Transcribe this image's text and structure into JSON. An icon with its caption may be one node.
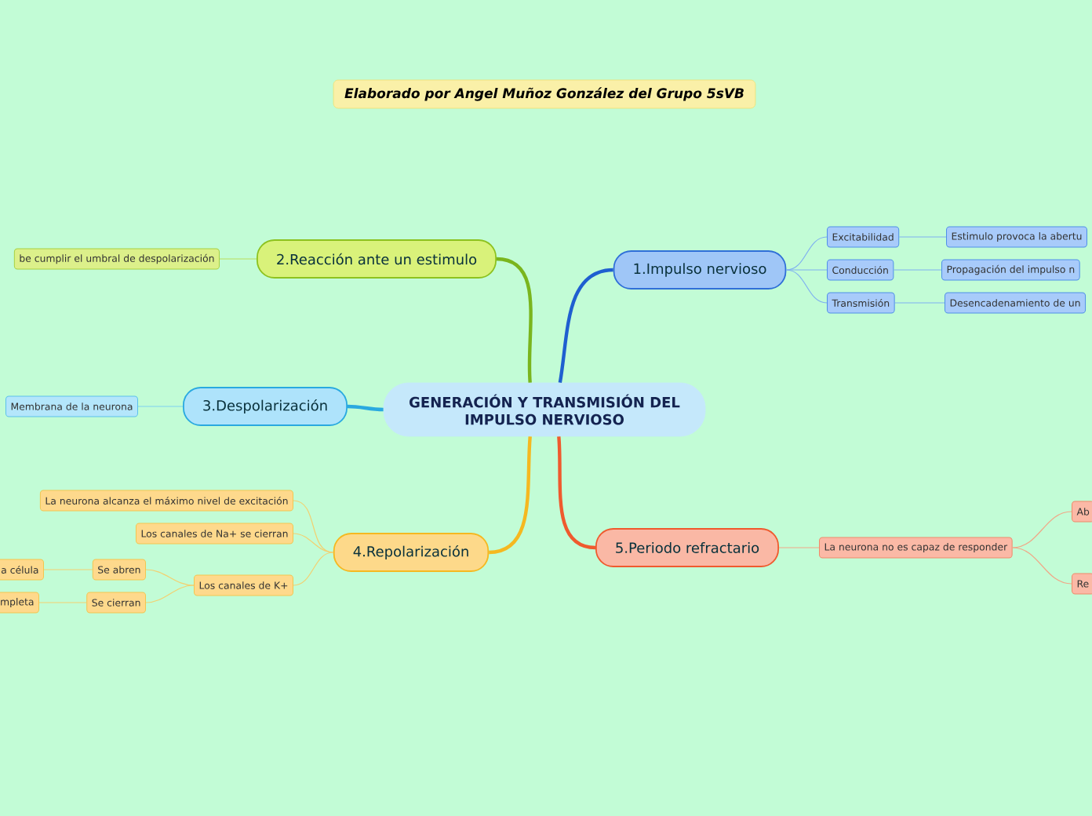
{
  "diagram": {
    "nodes": [
      {
        "text": [
          "Elaborado por Angel Muñoz González del Grupo 5sVB"
        ]
      },
      {
        "text": [
          "GENERACIÓN Y TRANSMISIÓN DEL IMPULSO NERVIOSO"
        ]
      },
      {
        "text": [
          "1.Impulso nervioso"
        ]
      },
      {
        "text": [
          "Excitabilidad"
        ]
      },
      {
        "text": [
          "Conducción"
        ]
      },
      {
        "text": [
          "Transmisión"
        ]
      },
      {
        "text": [
          "Estimulo provoca la abertu"
        ]
      },
      {
        "text": [
          "Propagación del impulso n"
        ]
      },
      {
        "text": [
          "Desencadenamiento de un"
        ]
      },
      {
        "text": [
          "2.Reacción ante un estimulo"
        ]
      },
      {
        "text": [
          "be cumplir el umbral de despolarización"
        ]
      },
      {
        "text": [
          "3.Despolarización"
        ]
      },
      {
        "text": [
          "Membrana de la neurona"
        ]
      },
      {
        "text": [
          "4.Repolarización"
        ]
      },
      {
        "text": [
          "La neurona alcanza el máximo nivel de excitación"
        ]
      },
      {
        "text": [
          "Los canales de Na+ se cierran"
        ]
      },
      {
        "text": [
          "Los canales de K+"
        ]
      },
      {
        "text": [
          "Se abren"
        ]
      },
      {
        "text": [
          "Se cierran"
        ]
      },
      {
        "text": [
          "a célula"
        ]
      },
      {
        "text": [
          "mpleta"
        ]
      },
      {
        "text": [
          "5.Periodo refractario"
        ]
      },
      {
        "text": [
          "La neurona no es capaz de responder"
        ]
      },
      {
        "text": [
          "Ab"
        ]
      },
      {
        "text": [
          "Re"
        ]
      }
    ],
    "edges": [
      {
        "from": 1,
        "to": 2,
        "arrow": "none",
        "style": "thick",
        "color": "#1f5fd0"
      },
      {
        "from": 2,
        "to": 3,
        "arrow": "none",
        "color": "#7fb0f0"
      },
      {
        "from": 2,
        "to": 4,
        "arrow": "none",
        "color": "#7fb0f0"
      },
      {
        "from": 2,
        "to": 5,
        "arrow": "none",
        "color": "#7fb0f0"
      },
      {
        "from": 3,
        "to": 6,
        "arrow": "none",
        "color": "#7fb0f0"
      },
      {
        "from": 4,
        "to": 7,
        "arrow": "none",
        "color": "#7fb0f0"
      },
      {
        "from": 5,
        "to": 8,
        "arrow": "none",
        "color": "#7fb0f0"
      },
      {
        "from": 1,
        "to": 9,
        "arrow": "none",
        "style": "thick",
        "color": "#7ab51d"
      },
      {
        "from": 9,
        "to": 10,
        "arrow": "none",
        "color": "#b9dd5a"
      },
      {
        "from": 1,
        "to": 11,
        "arrow": "none",
        "style": "thick",
        "color": "#29a9e0"
      },
      {
        "from": 11,
        "to": 12,
        "arrow": "none",
        "color": "#7fd0f0"
      },
      {
        "from": 1,
        "to": 13,
        "arrow": "none",
        "style": "thick",
        "color": "#f5b820"
      },
      {
        "from": 13,
        "to": 14,
        "arrow": "none",
        "color": "#f3d070"
      },
      {
        "from": 13,
        "to": 15,
        "arrow": "none",
        "color": "#f3d070"
      },
      {
        "from": 13,
        "to": 16,
        "arrow": "none",
        "color": "#f3d070"
      },
      {
        "from": 16,
        "to": 17,
        "arrow": "none",
        "color": "#f3d070"
      },
      {
        "from": 16,
        "to": 18,
        "arrow": "none",
        "color": "#f3d070"
      },
      {
        "from": 17,
        "to": 19,
        "arrow": "none",
        "color": "#f3d070"
      },
      {
        "from": 18,
        "to": 20,
        "arrow": "none",
        "color": "#f3d070"
      },
      {
        "from": 1,
        "to": 21,
        "arrow": "none",
        "style": "thick",
        "color": "#ef5a2e"
      },
      {
        "from": 21,
        "to": 22,
        "arrow": "none",
        "color": "#f0a888"
      },
      {
        "from": 22,
        "to": 23,
        "arrow": "none",
        "color": "#f0a888"
      },
      {
        "from": 22,
        "to": 24,
        "arrow": "none",
        "color": "#f0a888"
      }
    ]
  }
}
